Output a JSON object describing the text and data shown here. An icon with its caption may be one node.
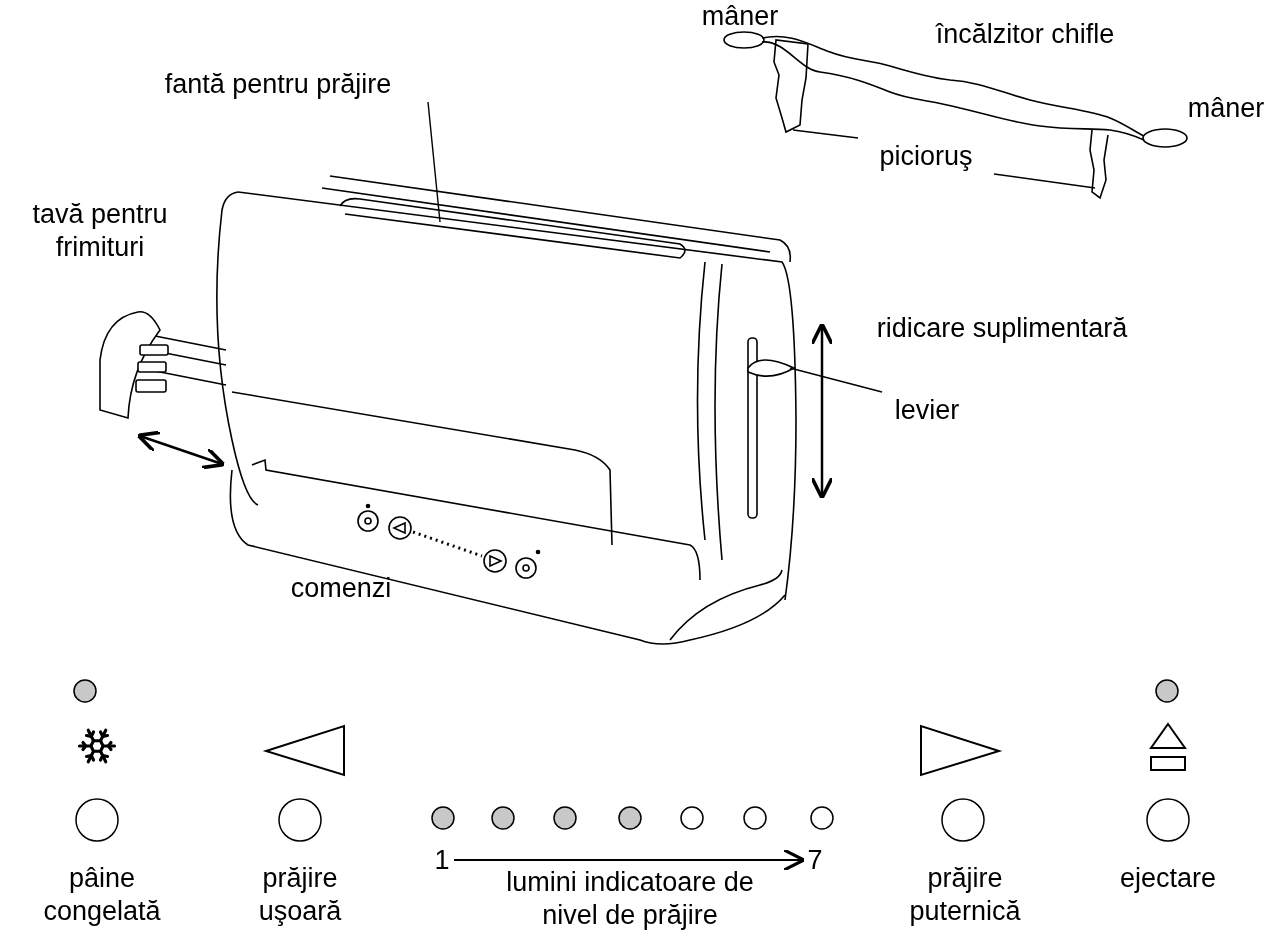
{
  "diagram": {
    "nodes": [
      {
        "text": [
          "fantă pentru prăjire"
        ]
      },
      {
        "text": [
          "picioruş"
        ]
      },
      {
        "text": [
          "levier"
        ]
      },
      {
        "text": [
          "1"
        ]
      },
      {
        "text": [
          "7"
        ]
      }
    ],
    "edges": [
      {
        "from": 0,
        "to": null,
        "arrow": "none"
      },
      {
        "from": 1,
        "to": null,
        "arrow": "none"
      },
      {
        "from": 1,
        "to": null,
        "arrow": "none"
      },
      {
        "from": 2,
        "to": null,
        "arrow": "none"
      },
      {
        "from": 3,
        "to": 4,
        "arrow": "to"
      }
    ],
    "labels": [
      "mâner",
      "încălzitor chifle",
      "mâner",
      "tavă pentru frimituri",
      "ridicare suplimentară",
      "comenzi",
      "pâine congelată",
      "prăjire uşoară",
      "lumini indicatoare de nivel de prăjire",
      "prăjire puternică",
      "ejectare"
    ]
  }
}
